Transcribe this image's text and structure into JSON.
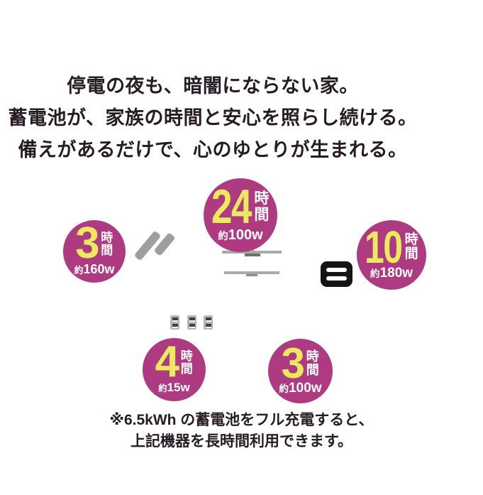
{
  "infographic": {
    "heading": [
      "停電の夜も、暗闇にならない家。",
      "蓄電池が、家族の時間と安心を照らし続ける。",
      "備えがあるだけで、心のゆとりが生まれる。"
    ],
    "footnote": [
      "※6.5kWh の蓄電池をフル充電すると、",
      "上記機器を長時間利用できます。"
    ]
  },
  "badges": [
    {
      "icon": "tv-screen-shine-icon",
      "hours": "3",
      "unit": "時間",
      "watt_prefix": "約",
      "watt": "160w"
    },
    {
      "icon": "pendant-light-icon",
      "hours": "24",
      "unit": "時間",
      "watt_prefix": "約",
      "watt": "100w"
    },
    {
      "icon": "equals-icon",
      "hours": "10",
      "unit": "時間",
      "watt_prefix": "約",
      "watt": "180w"
    },
    {
      "icon": "power-outlets-icon",
      "hours": "4",
      "unit": "時間",
      "watt_prefix": "約",
      "watt": "15w"
    },
    {
      "icon": "none",
      "hours": "3",
      "unit": "時間",
      "watt_prefix": "約",
      "watt": "100w"
    }
  ],
  "colors": {
    "background": "#ffffff",
    "circle": "#ae3a81",
    "number_yellow": "#ebe95e",
    "circle_text": "#ffffff",
    "text_dark": "#271c23",
    "icon_gray": "#a0a0a0",
    "equals_badge": "#141414",
    "equals_bars": "#ffffff"
  }
}
